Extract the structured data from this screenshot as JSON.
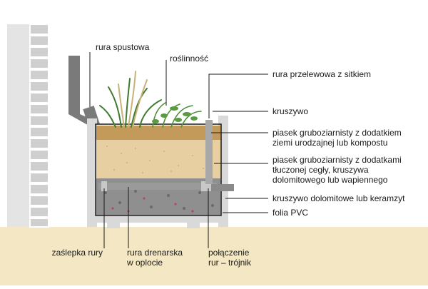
{
  "labels": {
    "downpipe": "rura spustowa",
    "vegetation": "roślinność",
    "overflow_pipe": "rura przelewowa z sitkiem",
    "aggregate": "kruszywo",
    "top_sand_line1": "piasek gruboziarnisty z dodatkiem",
    "top_sand_line2": "ziemi urodzajnej lub kompostu",
    "mid_sand_line1": "piasek gruboziarnisty z dodatkami",
    "mid_sand_line2": "tłuczonej cegły, kruszywa",
    "mid_sand_line3": "dolomitowego lub wapiennego",
    "gravel": "kruszywo dolomitowe lub keramzyt",
    "liner": "folia PVC",
    "pipe_cap": "zaślepka rury",
    "drain_pipe_line1": "rura drenarska",
    "drain_pipe_line2": "w oplocie",
    "tee_line1": "połączenie",
    "tee_line2": "rur – trójnik"
  },
  "colors": {
    "ground": "#f3e8c3",
    "brick": "#cfcfcf",
    "container": "#d9d9d9",
    "pipe": "#7a7a7a",
    "top_layer": "#c49a5a",
    "sand_layer": "#e8cfa2",
    "gravel_layer": "#8f8f8f",
    "leader": "#1a1a1a"
  }
}
